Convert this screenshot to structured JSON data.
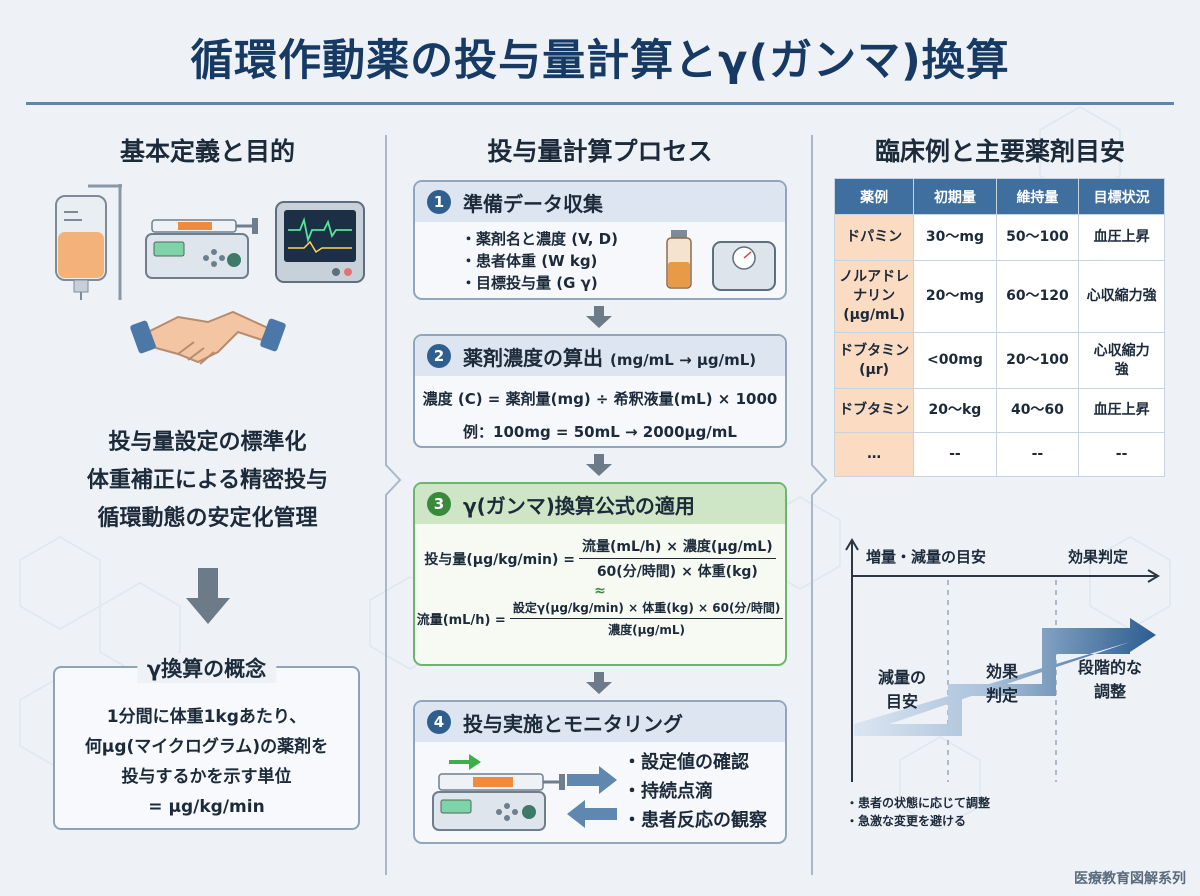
{
  "title": "循環作動薬の投与量計算とγ(ガンマ)換算",
  "left": {
    "heading": "基本定義と目的",
    "purposes": [
      "投与量設定の標準化",
      "体重補正による精密投与",
      "循環動態の安定化管理"
    ],
    "concept": {
      "title": "γ換算の概念",
      "lines": [
        "1分間に体重1kgあたり、",
        "何μg(マイクログラム)の薬剤を",
        "投与するかを示す単位",
        "= μg/kg/min"
      ]
    }
  },
  "middle": {
    "heading": "投与量計算プロセス",
    "step1": {
      "num": "1",
      "title": "準備データ収集",
      "items": [
        "・薬剤名と濃度 (V, D)",
        "・患者体重 (W kg)",
        "・目標投与量 (G γ)"
      ]
    },
    "step2": {
      "num": "2",
      "title": "薬剤濃度の算出",
      "title_suffix": "(mg/mL → μg/mL)",
      "formula": "濃度 (C) = 薬剤量(mg) ÷ 希釈液量(mL) × 1000",
      "example": "例：100mg = 50mL → 2000μg/mL"
    },
    "step3": {
      "num": "3",
      "title": "γ(ガンマ)換算公式の適用",
      "f1_lhs": "投与量(μg/kg/min) =",
      "f1_num": "流量(mL/h) × 濃度(μg/mL)",
      "f1_den": "60(分/時間) × 体重(kg)",
      "approx": "≈",
      "f2_lhs": "流量(mL/h) =",
      "f2_num": "設定γ(μg/kg/min) × 体重(kg) × 60(分/時間)",
      "f2_den": "濃度(μg/mL)"
    },
    "step4": {
      "num": "4",
      "title": "投与実施とモニタリング",
      "items": [
        "・設定値の確認",
        "・持続点滴",
        "・患者反応の観察"
      ]
    }
  },
  "right": {
    "heading": "臨床例と主要薬剤目安",
    "table": {
      "headers": [
        "薬例",
        "初期量",
        "維持量",
        "目標状況"
      ],
      "rows": [
        {
          "name": [
            "ドパミン"
          ],
          "init": "30〜mg",
          "maint": "50〜100",
          "goal": [
            "血圧上昇"
          ]
        },
        {
          "name": [
            "ノルアドレ",
            "ナリン",
            "(μg/mL)"
          ],
          "init": "20〜mg",
          "maint": "60〜120",
          "goal": [
            "心収縮力強"
          ]
        },
        {
          "name": [
            "ドブタミン",
            "(μr)"
          ],
          "init": "<00mg",
          "maint": "20〜100",
          "goal": [
            "心収縮力",
            "強"
          ]
        },
        {
          "name": [
            "ドブタミン"
          ],
          "init": "20〜kg",
          "maint": "40〜60",
          "goal": [
            "血圧上昇"
          ]
        },
        {
          "name": [
            "…"
          ],
          "init": "--",
          "maint": "--",
          "goal": [
            "--"
          ]
        }
      ]
    },
    "graph": {
      "y_label": "増量・減量の目安",
      "x_label": "効果判定",
      "phases": [
        {
          "lines": [
            "減量の",
            "目安"
          ]
        },
        {
          "lines": [
            "効果",
            "判定"
          ]
        },
        {
          "lines": [
            "段階的な",
            "調整"
          ]
        }
      ],
      "notes": [
        "・患者の状態に応じて調整",
        "・急激な変更を避ける"
      ]
    }
  },
  "footer": "医療教育図解系列",
  "colors": {
    "primary": "#163a63",
    "accent": "#2f5f8f",
    "table_head": "#3f6f9e",
    "drug_cell": "#fbdcc2",
    "green": "#4caf50"
  }
}
